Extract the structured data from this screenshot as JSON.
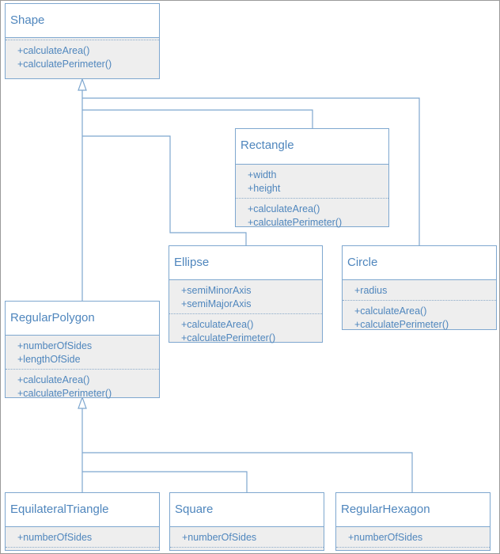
{
  "classes": {
    "shape": {
      "name": "Shape",
      "attributes": [],
      "methods": [
        "+calculateArea()",
        "+calculatePerimeter()"
      ]
    },
    "rectangle": {
      "name": "Rectangle",
      "attributes": [
        "+width",
        "+height"
      ],
      "methods": [
        "+calculateArea()",
        "+calculatePerimeter()"
      ]
    },
    "ellipse": {
      "name": "Ellipse",
      "attributes": [
        "+semiMinorAxis",
        "+semiMajorAxis"
      ],
      "methods": [
        "+calculateArea()",
        "+calculatePerimeter()"
      ]
    },
    "circle": {
      "name": "Circle",
      "attributes": [
        "+radius"
      ],
      "methods": [
        "+calculateArea()",
        "+calculatePerimeter()"
      ]
    },
    "regular_polygon": {
      "name": "RegularPolygon",
      "attributes": [
        "+numberOfSides",
        "+lengthOfSide"
      ],
      "methods": [
        "+calculateArea()",
        "+calculatePerimeter()"
      ]
    },
    "equilateral_triangle": {
      "name": "EquilateralTriangle",
      "attributes": [
        "+numberOfSides"
      ],
      "methods": []
    },
    "square": {
      "name": "Square",
      "attributes": [
        "+numberOfSides"
      ],
      "methods": []
    },
    "regular_hexagon": {
      "name": "RegularHexagon",
      "attributes": [
        "+numberOfSides"
      ],
      "methods": []
    }
  },
  "colors": {
    "line": "#7ea7cf",
    "text": "#4f86bd",
    "compartment": "#eeeeee"
  }
}
